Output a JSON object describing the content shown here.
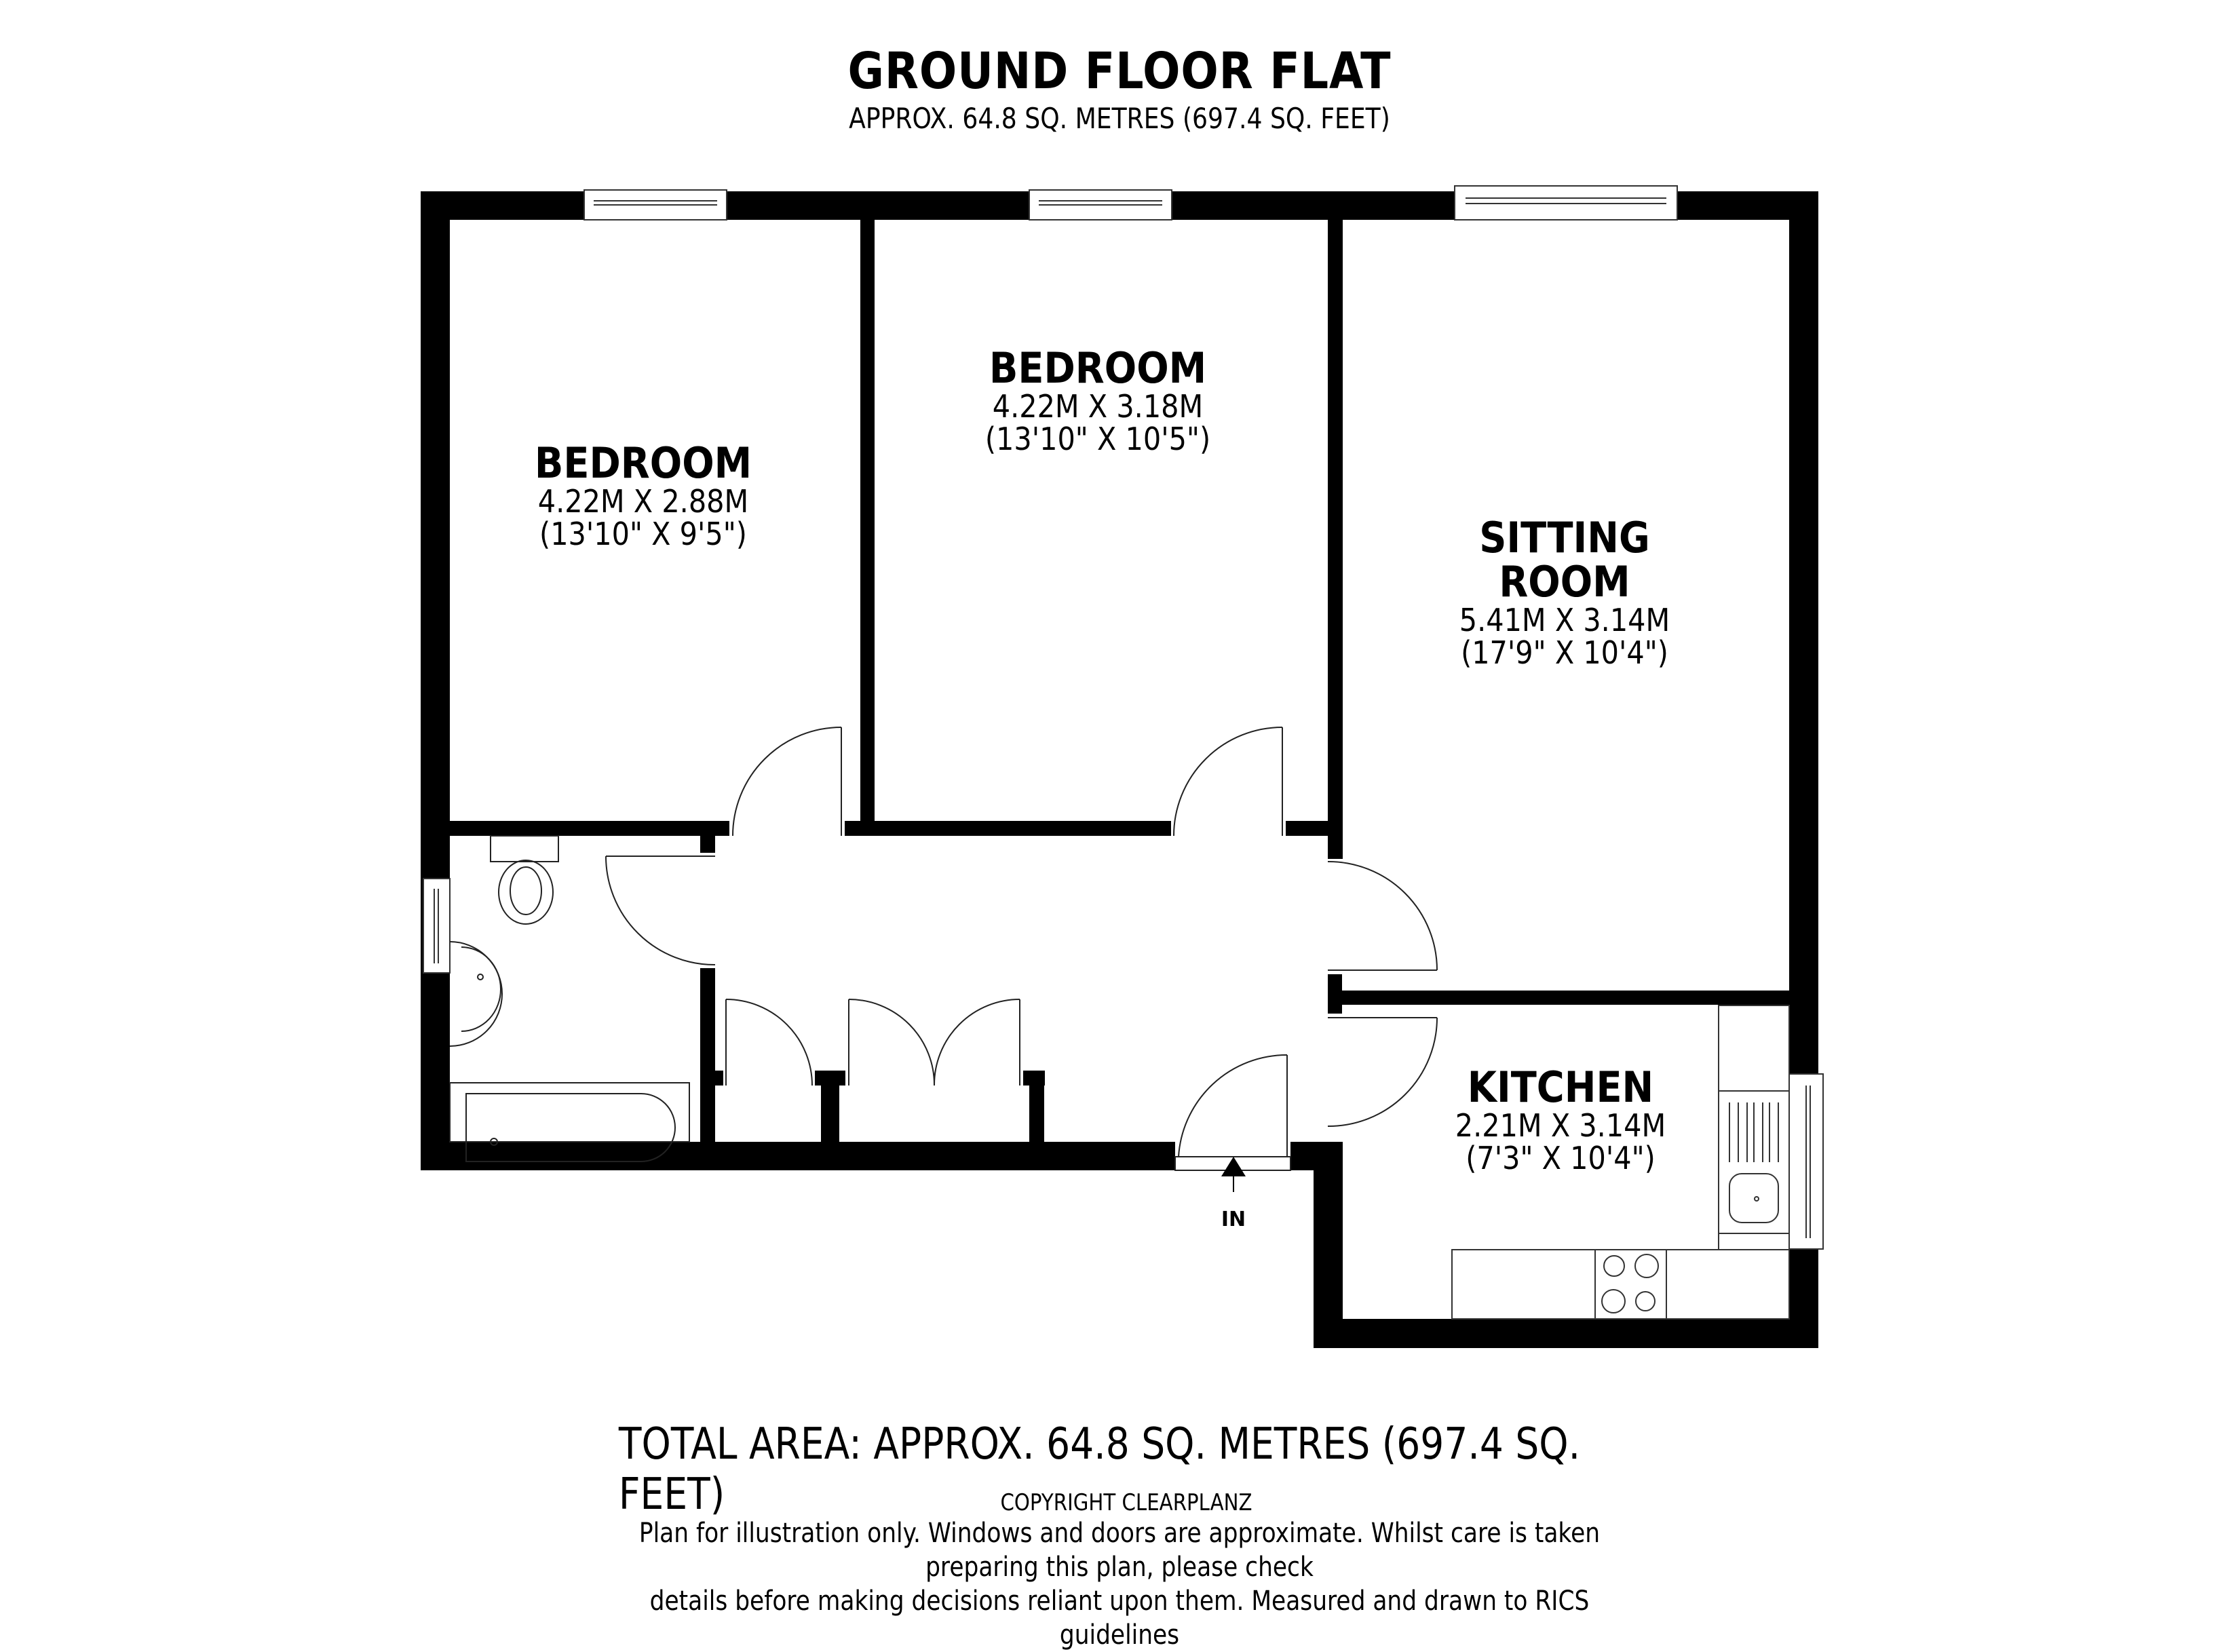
{
  "header": {
    "title": "GROUND FLOOR FLAT",
    "subtitle": "APPROX. 64.8 SQ. METRES (697.4 SQ. FEET)"
  },
  "rooms": [
    {
      "name": "BEDROOM",
      "dim_metric": "4.22M X 2.88M",
      "dim_imperial": "(13'10\" X 9'5\")"
    },
    {
      "name": "BEDROOM",
      "dim_metric": "4.22M X 3.18M",
      "dim_imperial": "(13'10\" X 10'5\")"
    },
    {
      "name_line1": "SITTING",
      "name_line2": "ROOM",
      "dim_metric": "5.41M X 3.14M",
      "dim_imperial": "(17'9\" X 10'4\")"
    },
    {
      "name": "KITCHEN",
      "dim_metric": "2.21M X 3.14M",
      "dim_imperial": "(7'3\" X 10'4\")"
    }
  ],
  "entrance": {
    "label": "IN",
    "icon": "entrance-arrow-icon"
  },
  "footer": {
    "total_area": "TOTAL AREA: APPROX. 64.8 SQ. METRES (697.4 SQ. FEET)",
    "copyright": "COPYRIGHT CLEARPLANZ",
    "disclaimer_line1": "Plan for illustration only. Windows and doors are approximate. Whilst care is taken preparing this plan, please check",
    "disclaimer_line2": "details before making decisions reliant upon them. Measured and drawn to RICS guidelines"
  },
  "colors": {
    "wall": "#000000",
    "background": "#ffffff",
    "fixture_line": "#555555"
  }
}
